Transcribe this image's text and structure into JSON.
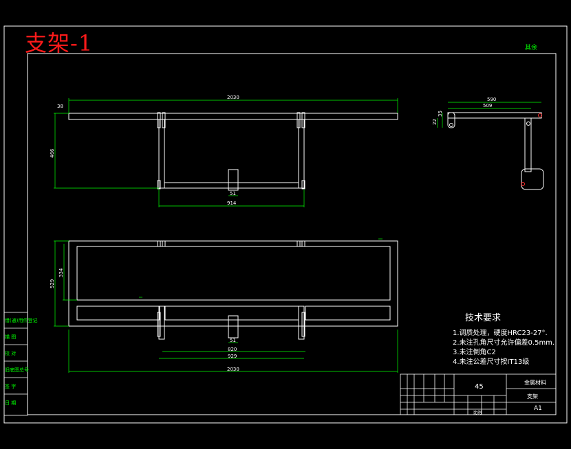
{
  "title": "支架-1",
  "roughness_label": "其余",
  "dimensions": {
    "top_length": "2030",
    "top_thickness": "38",
    "top_height": "466",
    "top_inner_width": "914",
    "top_small": "51",
    "side_total": "590",
    "side_inner": "509",
    "side_h1": "35",
    "side_h2": "22",
    "bottom_height": "529",
    "bottom_inner_height": "334",
    "bottom_small": "51",
    "bottom_inner1": "820",
    "bottom_inner2": "929",
    "bottom_length": "2030"
  },
  "tech_requirements": {
    "title": "技术要求",
    "items": [
      "1.调质处理，硬度HRC23-27°.",
      "2.未注孔角尺寸允许偏差0.5mm.",
      "3.未注倒角C2",
      "4.未注公差尺寸按IT13级"
    ]
  },
  "side_labels": [
    "借(通)用件登记",
    "描 图",
    "校 对",
    "旧底图总号",
    "签 字",
    "日 期"
  ],
  "title_block": {
    "material": "45",
    "drawing_name": "支架",
    "company": "金属材料",
    "sheet_size": "A1",
    "scale": "比例"
  }
}
